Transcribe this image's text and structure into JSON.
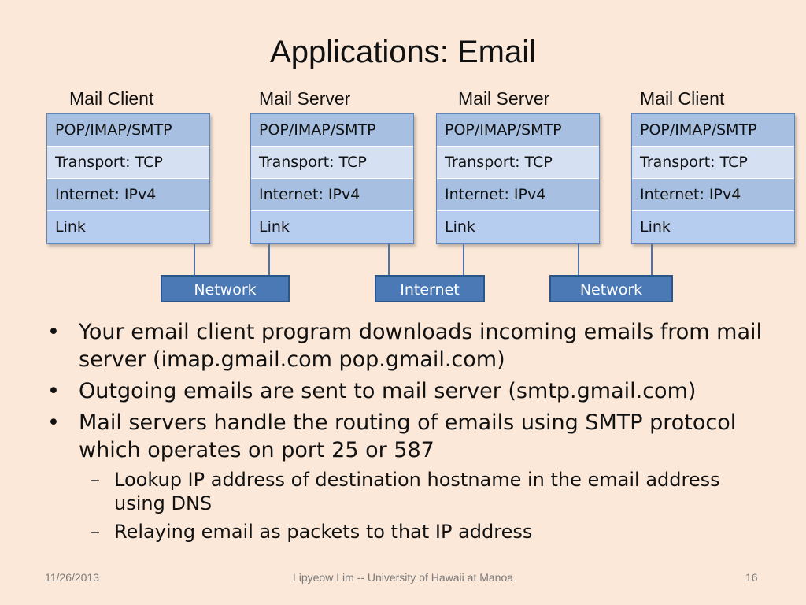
{
  "slide": {
    "title": "Applications: Email",
    "columns": [
      {
        "label": "Mail Client",
        "layers": [
          "POP/IMAP/SMTP",
          "Transport: TCP",
          "Internet: IPv4",
          "Link"
        ]
      },
      {
        "label": "Mail Server",
        "layers": [
          "POP/IMAP/SMTP",
          "Transport: TCP",
          "Internet: IPv4",
          "Link"
        ]
      },
      {
        "label": "Mail Server",
        "layers": [
          "POP/IMAP/SMTP",
          "Transport: TCP",
          "Internet: IPv4",
          "Link"
        ]
      },
      {
        "label": "Mail Client",
        "layers": [
          "POP/IMAP/SMTP",
          "Transport: TCP",
          "Internet: IPv4",
          "Link"
        ]
      }
    ],
    "networks": [
      "Network",
      "Internet",
      "Network"
    ],
    "bullets": [
      "Your email client program downloads incoming emails from mail server (imap.gmail.com pop.gmail.com)",
      "Outgoing emails are sent to mail server (smtp.gmail.com)",
      "Mail servers handle the routing of emails using SMTP protocol which operates on port 25 or 587"
    ],
    "sub_bullets": [
      "Lookup IP address of destination hostname in the email address using DNS",
      "Relaying email as packets to that IP address"
    ],
    "bullet_marker": "•",
    "sub_bullet_marker": "–"
  },
  "footer": {
    "date": "11/26/2013",
    "author": "Lipyeow Lim -- University of Hawaii at Manoa",
    "page": "16"
  }
}
